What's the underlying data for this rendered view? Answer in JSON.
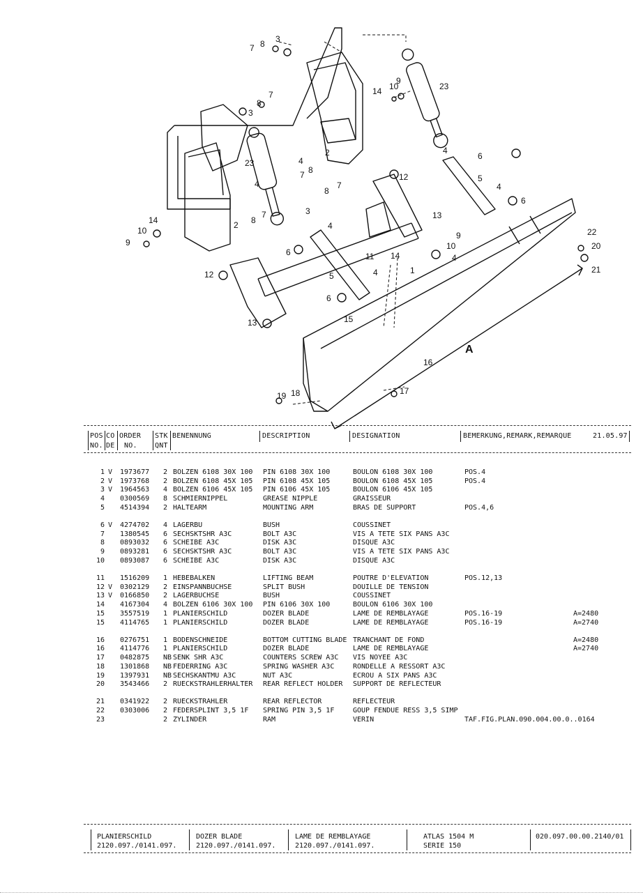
{
  "drawing": {
    "callouts": [
      "1",
      "2",
      "3",
      "4",
      "5",
      "6",
      "7",
      "8",
      "9",
      "10",
      "11",
      "12",
      "13",
      "14",
      "15",
      "16",
      "17",
      "18",
      "19",
      "20",
      "21",
      "22",
      "23"
    ],
    "dimension_label": "A"
  },
  "header": {
    "pos": "POS",
    "co": "CO",
    "order": "ORDER",
    "stk": "STK",
    "no": "NO.",
    "de": "DE",
    "order_no": "NO.",
    "qnt": "QNT",
    "benennung": "BENENNUNG",
    "description": "DESCRIPTION",
    "designation": "DESIGNATION",
    "remark": "BEMERKUNG,REMARK,REMARQUE",
    "date": "21.05.97"
  },
  "rows": [
    {
      "pos": "1",
      "co": "V",
      "order": "1973677",
      "qty": "2",
      "ben": "BOLZEN 6108  30X 100",
      "desc": "PIN 6108  30X 100",
      "desig": "BOULON 6108  30X 100",
      "rem": "POS.4",
      "rem2": ""
    },
    {
      "pos": "2",
      "co": "V",
      "order": "1973768",
      "qty": "2",
      "ben": "BOLZEN 6108  45X 105",
      "desc": "PIN 6108  45X 105",
      "desig": "BOULON 6108  45X 105",
      "rem": "POS.4",
      "rem2": ""
    },
    {
      "pos": "3",
      "co": "V",
      "order": "1964563",
      "qty": "4",
      "ben": "BOLZEN 6106  45X 105",
      "desc": "PIN 6106  45X 105",
      "desig": "BOULON 6106  45X 105",
      "rem": "",
      "rem2": ""
    },
    {
      "pos": "4",
      "co": "",
      "order": "0300569",
      "qty": "8",
      "ben": "SCHMIERNIPPEL",
      "desc": "GREASE NIPPLE",
      "desig": "GRAISSEUR",
      "rem": "",
      "rem2": ""
    },
    {
      "pos": "5",
      "co": "",
      "order": "4514394",
      "qty": "2",
      "ben": "HALTEARM",
      "desc": "MOUNTING ARM",
      "desig": "BRAS DE SUPPORT",
      "rem": "POS.4,6",
      "rem2": ""
    },
    {
      "pos": "6",
      "co": "V",
      "order": "4274702",
      "qty": "4",
      "ben": "LAGERBU",
      "desc": "BUSH",
      "desig": "COUSSINET",
      "rem": "",
      "rem2": ""
    },
    {
      "pos": "7",
      "co": "",
      "order": "1380545",
      "qty": "6",
      "ben": "SECHSKTSHR A3C",
      "desc": "BOLT A3C",
      "desig": "VIS A TETE SIX PANS A3C",
      "rem": "",
      "rem2": ""
    },
    {
      "pos": "8",
      "co": "",
      "order": "0893032",
      "qty": "6",
      "ben": "SCHEIBE A3C",
      "desc": "DISK A3C",
      "desig": "DISQUE A3C",
      "rem": "",
      "rem2": ""
    },
    {
      "pos": "9",
      "co": "",
      "order": "0893281",
      "qty": "6",
      "ben": "SECHSKTSHR A3C",
      "desc": "BOLT A3C",
      "desig": "VIS A TETE SIX PANS A3C",
      "rem": "",
      "rem2": ""
    },
    {
      "pos": "10",
      "co": "",
      "order": "0893087",
      "qty": "6",
      "ben": "SCHEIBE A3C",
      "desc": "DISK A3C",
      "desig": "DISQUE A3C",
      "rem": "",
      "rem2": ""
    },
    {
      "pos": "11",
      "co": "",
      "order": "1516209",
      "qty": "1",
      "ben": "HEBEBALKEN",
      "desc": "LIFTING BEAM",
      "desig": "POUTRE D'ELEVATION",
      "rem": "POS.12,13",
      "rem2": ""
    },
    {
      "pos": "12",
      "co": "V",
      "order": "0302129",
      "qty": "2",
      "ben": "EINSPANNBUCHSE",
      "desc": "SPLIT BUSH",
      "desig": "DOUILLE DE TENSION",
      "rem": "",
      "rem2": ""
    },
    {
      "pos": "13",
      "co": "V",
      "order": "0166850",
      "qty": "2",
      "ben": "LAGERBUCHSE",
      "desc": "BUSH",
      "desig": "COUSSINET",
      "rem": "",
      "rem2": ""
    },
    {
      "pos": "14",
      "co": "",
      "order": "4167304",
      "qty": "4",
      "ben": "BOLZEN 6106  30X 100",
      "desc": "PIN 6106  30X 100",
      "desig": "BOULON 6106  30X 100",
      "rem": "",
      "rem2": ""
    },
    {
      "pos": "15",
      "co": "",
      "order": "3557519",
      "qty": "1",
      "ben": "PLANIERSCHILD",
      "desc": "DOZER BLADE",
      "desig": "LAME DE REMBLAYAGE",
      "rem": "POS.16-19",
      "rem2": "A=2480"
    },
    {
      "pos": "15",
      "co": "",
      "order": "4114765",
      "qty": "1",
      "ben": "PLANIERSCHILD",
      "desc": "DOZER BLADE",
      "desig": "LAME DE REMBLAYAGE",
      "rem": "POS.16-19",
      "rem2": "A=2740"
    },
    {
      "pos": "16",
      "co": "",
      "order": "0276751",
      "qty": "1",
      "ben": "BODENSCHNEIDE",
      "desc": "BOTTOM CUTTING BLADE",
      "desig": "TRANCHANT DE FOND",
      "rem": "",
      "rem2": "A=2480"
    },
    {
      "pos": "16",
      "co": "",
      "order": "4114776",
      "qty": "1",
      "ben": "PLANIERSCHILD",
      "desc": "DOZER BLADE",
      "desig": "LAME DE REMBLAYAGE",
      "rem": "",
      "rem2": "A=2740"
    },
    {
      "pos": "17",
      "co": "",
      "order": "0482875",
      "qty": "NB",
      "ben": "SENK SHR A3C",
      "desc": "COUNTERS SCREW A3C",
      "desig": "VIS NOYEE A3C",
      "rem": "",
      "rem2": ""
    },
    {
      "pos": "18",
      "co": "",
      "order": "1301868",
      "qty": "NB",
      "ben": "FEDERRING A3C",
      "desc": "SPRING WASHER A3C",
      "desig": "RONDELLE A RESSORT A3C",
      "rem": "",
      "rem2": ""
    },
    {
      "pos": "19",
      "co": "",
      "order": "1397931",
      "qty": "NB",
      "ben": "SECHSKANTMU A3C",
      "desc": "NUT A3C",
      "desig": "ECROU A SIX PANS A3C",
      "rem": "",
      "rem2": ""
    },
    {
      "pos": "20",
      "co": "",
      "order": "3543466",
      "qty": "2",
      "ben": "RUECKSTRAHLERHALTER",
      "desc": "REAR REFLECT HOLDER",
      "desig": "SUPPORT DE REFLECTEUR",
      "rem": "",
      "rem2": ""
    },
    {
      "pos": "21",
      "co": "",
      "order": "0341922",
      "qty": "2",
      "ben": "RUECKSTRAHLER",
      "desc": "REAR REFLECTOR",
      "desig": "REFLECTEUR",
      "rem": "",
      "rem2": ""
    },
    {
      "pos": "22",
      "co": "",
      "order": "0303006",
      "qty": "2",
      "ben": "FEDERSPLINT  3,5  1F",
      "desc": "SPRING PIN 3,5   1F",
      "desig": "GOUP FENDUE RESS 3,5 SIMP",
      "rem": "",
      "rem2": ""
    },
    {
      "pos": "23",
      "co": "",
      "order": "",
      "qty": "2",
      "ben": "ZYLINDER",
      "desc": "RAM",
      "desig": "VERIN",
      "rem": "TAF.FIG.PLAN.090.004.00.0..0164",
      "rem2": ""
    }
  ],
  "footer": {
    "de_title": "PLANIERSCHILD",
    "de_code": "2120.097./0141.097.",
    "en_title": "DOZER BLADE",
    "en_code": "2120.097./0141.097.",
    "fr_title": "LAME DE REMBLAYAGE",
    "fr_code": "2120.097./0141.097.",
    "model": "ATLAS  1504 M",
    "series": "SERIE  150",
    "doc_no": "020.097.00.00.2140/01"
  }
}
